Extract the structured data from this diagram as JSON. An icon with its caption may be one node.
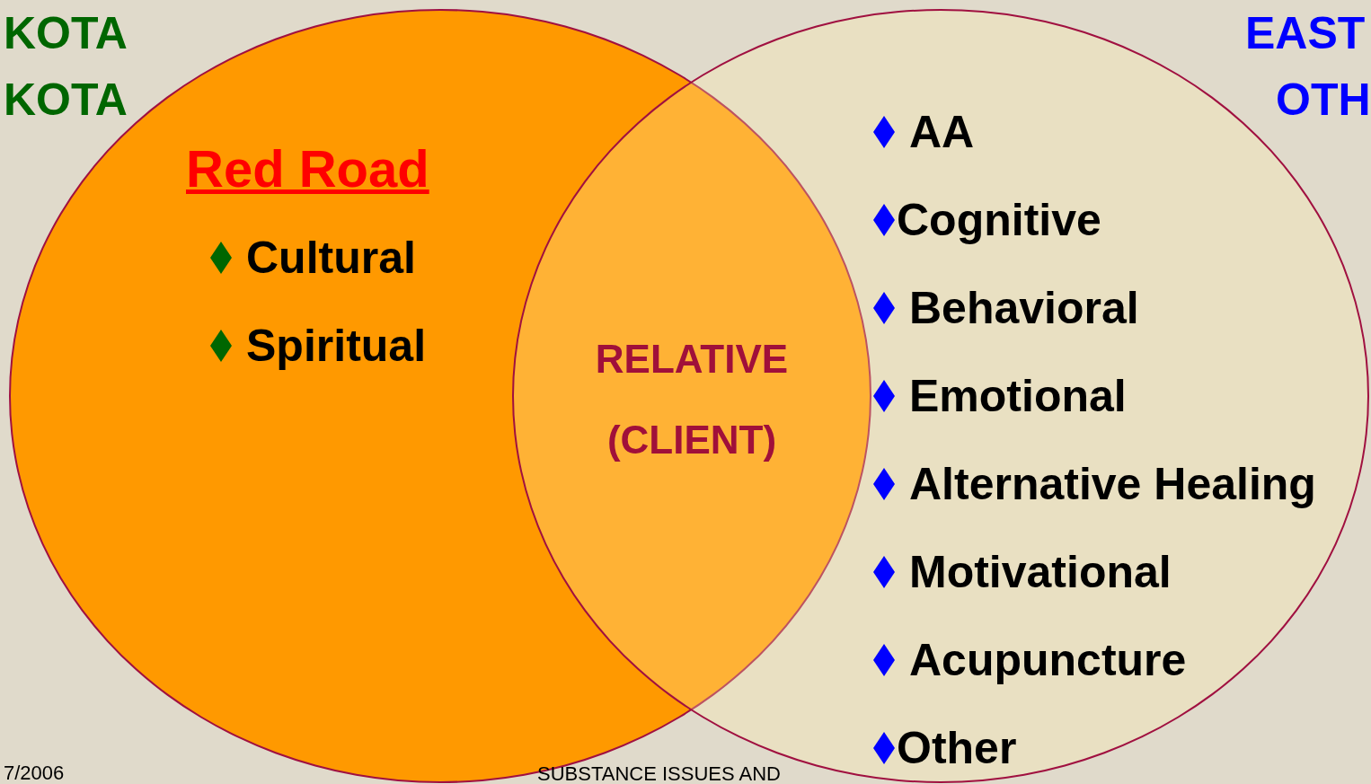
{
  "diagram": {
    "nodes": [
      {
        "text": [
          "Red Road",
          "Cultural",
          "Spiritual"
        ]
      },
      {
        "text": [
          "AA",
          "Cognitive",
          "Behavioral",
          "Emotional",
          "Alternative Healing",
          "Motivational",
          "Acupuncture",
          "Other"
        ]
      }
    ],
    "labels": [
      "KOTA",
      "KOTA",
      "EAST",
      "OTH",
      "RELATIVE (CLIENT)",
      "7/2006",
      "SUBSTANCE ISSUES AND"
    ]
  }
}
